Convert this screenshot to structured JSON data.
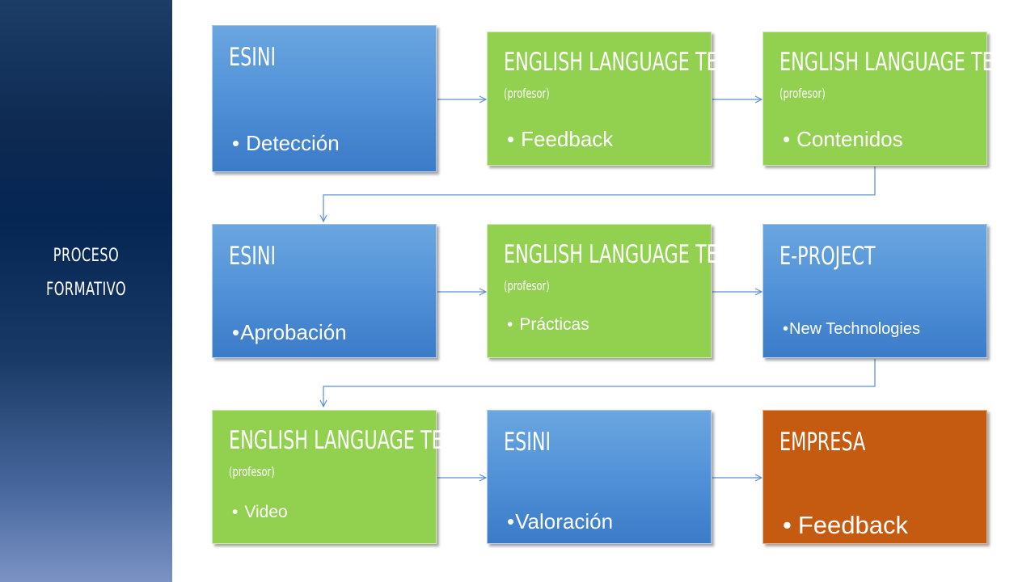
{
  "sidebar": {
    "line1": "PROCESO",
    "line2": "FORMATIVO"
  },
  "rows": [
    [
      {
        "title": "ESINI",
        "subtitle": "",
        "bullet": "Detección"
      },
      {
        "title": "ENGLISH LANGUAGE TEACHER",
        "subtitle": "(profesor)",
        "bullet": "Feedback"
      },
      {
        "title": "ENGLISH LANGUAGE TEACHER",
        "subtitle": "(profesor)",
        "bullet": "Contenidos"
      }
    ],
    [
      {
        "title": "ESINI",
        "subtitle": "",
        "bullet": "Aprobación"
      },
      {
        "title": "ENGLISH LANGUAGE TEACHER",
        "subtitle": "(profesor)",
        "bullet": "Prácticas"
      },
      {
        "title": "E-PROJECT",
        "subtitle": "",
        "bullet": "New Technologies"
      }
    ],
    [
      {
        "title": "ENGLISH LANGUAGE TEACHER",
        "subtitle": "(profesor)",
        "bullet": "Video"
      },
      {
        "title": "ESINI",
        "subtitle": "",
        "bullet": "Valoración"
      },
      {
        "title": "EMPRESA",
        "subtitle": "",
        "bullet": "Feedback"
      }
    ]
  ],
  "colors": {
    "blue": "#4e8fd6",
    "green": "#92d050",
    "orange": "#c55a11",
    "connector": "#5b8fd0",
    "sidebar": "#052553"
  }
}
